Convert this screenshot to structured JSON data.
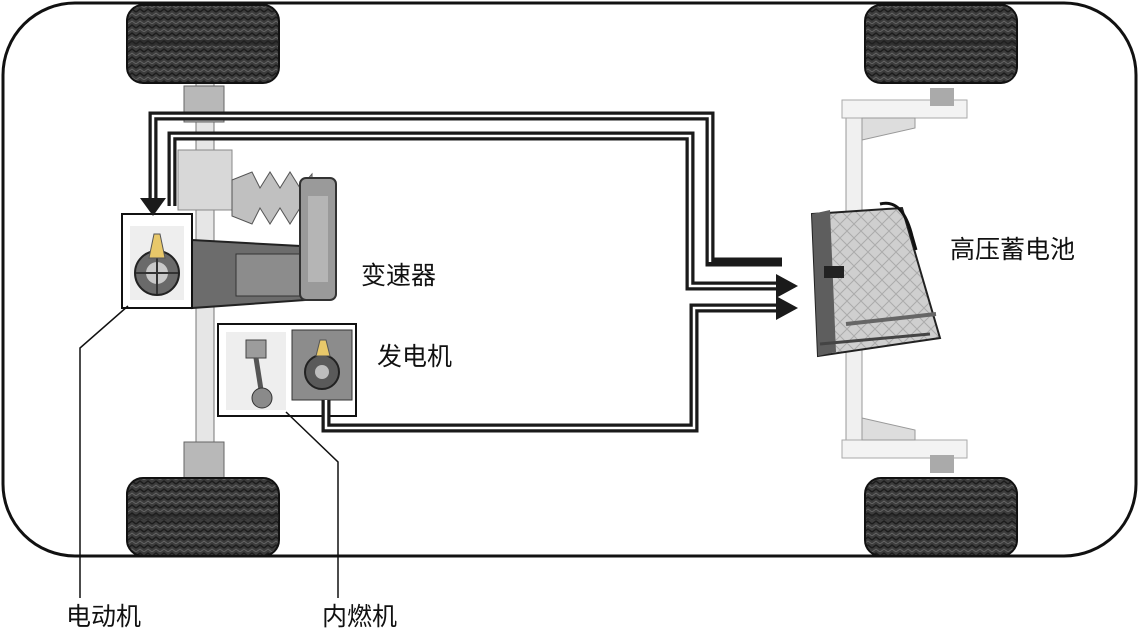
{
  "labels": {
    "transmission": "变速器",
    "generator": "发电机",
    "battery": "高压蓄电池",
    "motor": "电动机",
    "engine": "内燃机"
  },
  "colors": {
    "outline": "#111111",
    "flow_arrow": "#1a1a1a",
    "tire": "#3a3a3a",
    "component_gray": "#8a8a8a",
    "light_gray": "#d4d4d4"
  }
}
